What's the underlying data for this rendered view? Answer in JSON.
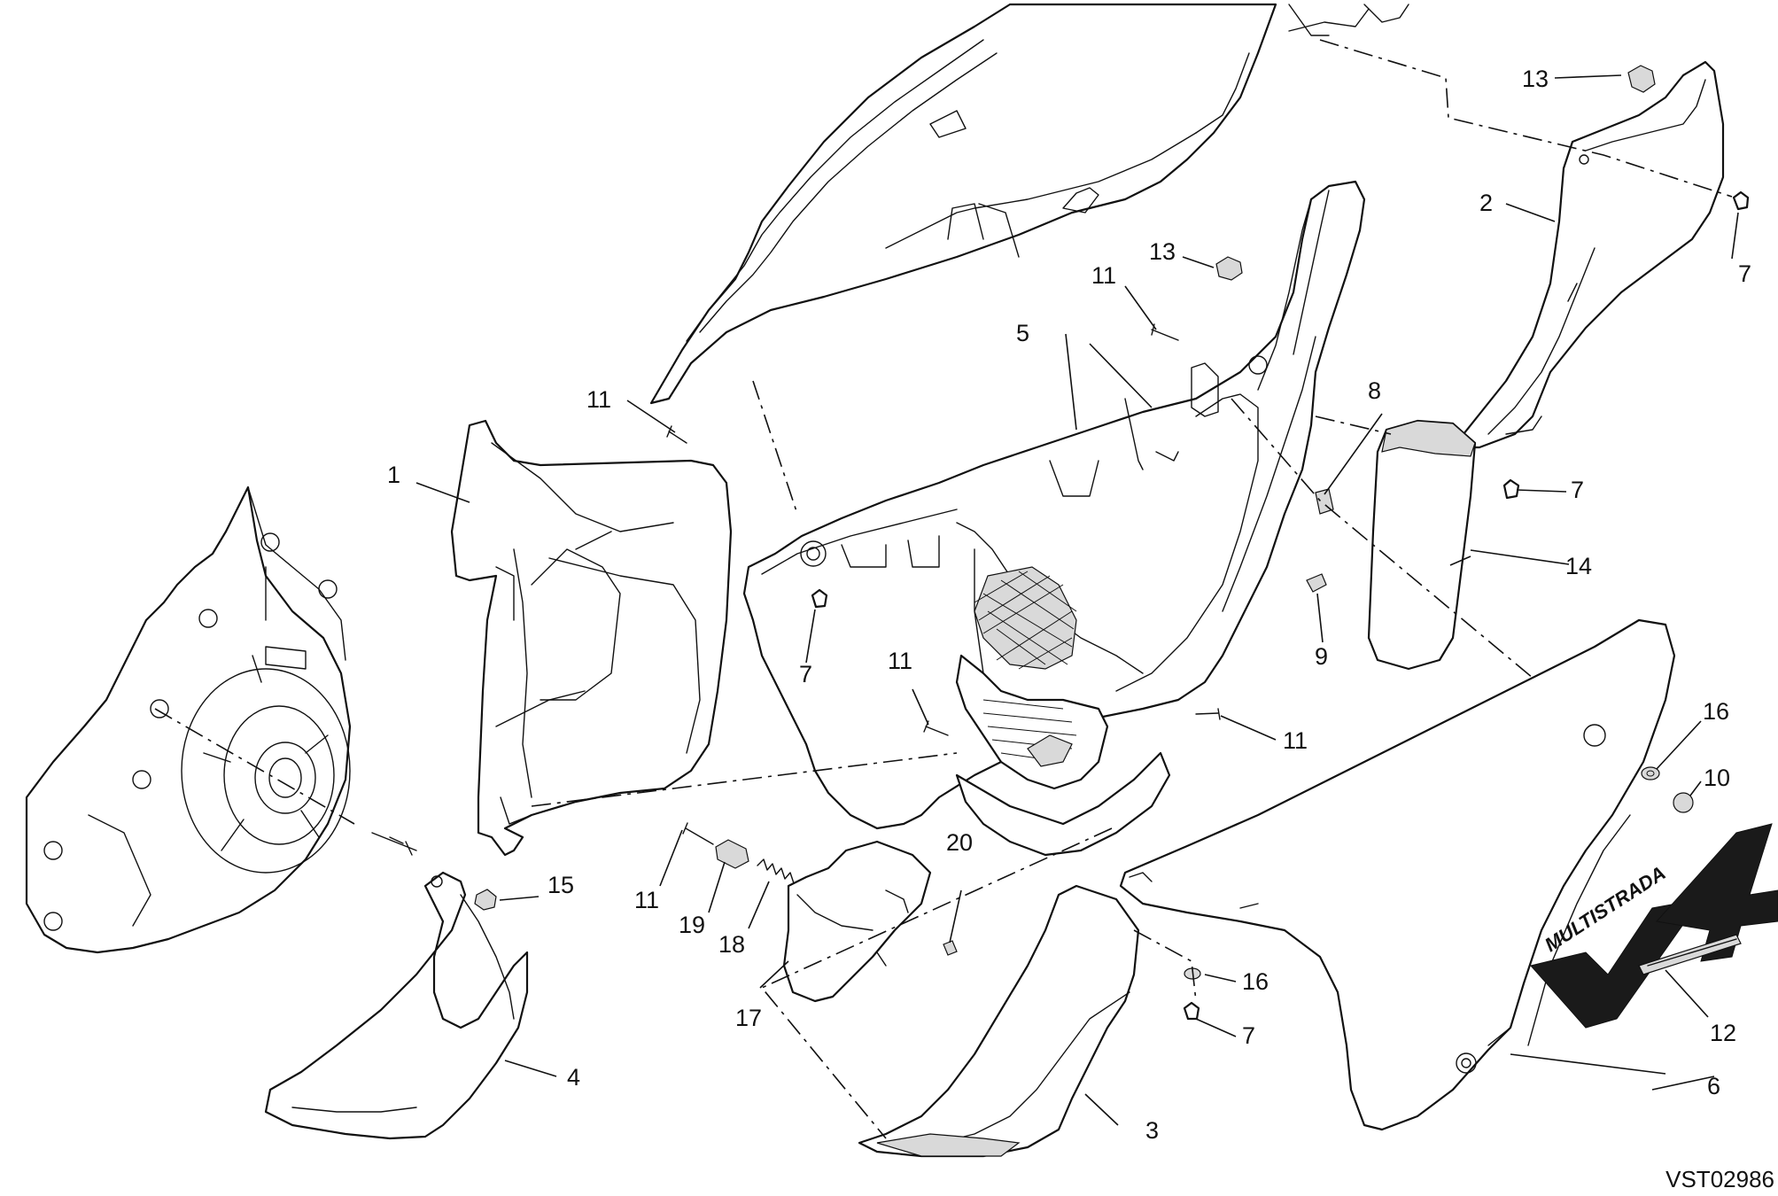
{
  "drawing_code": "VST02986",
  "brand_text": {
    "line1": "MULTISTRADA",
    "line2": "V4"
  },
  "callouts": [
    {
      "id": "c1",
      "label": "1"
    },
    {
      "id": "c2",
      "label": "2"
    },
    {
      "id": "c3",
      "label": "3"
    },
    {
      "id": "c4",
      "label": "4"
    },
    {
      "id": "c5",
      "label": "5"
    },
    {
      "id": "c6",
      "label": "6"
    },
    {
      "id": "c7a",
      "label": "7"
    },
    {
      "id": "c7b",
      "label": "7"
    },
    {
      "id": "c7c",
      "label": "7"
    },
    {
      "id": "c7d",
      "label": "7"
    },
    {
      "id": "c8",
      "label": "8"
    },
    {
      "id": "c9",
      "label": "9"
    },
    {
      "id": "c10",
      "label": "10"
    },
    {
      "id": "c11a",
      "label": "11"
    },
    {
      "id": "c11b",
      "label": "11"
    },
    {
      "id": "c11c",
      "label": "11"
    },
    {
      "id": "c11d",
      "label": "11"
    },
    {
      "id": "c11e",
      "label": "11"
    },
    {
      "id": "c12",
      "label": "12"
    },
    {
      "id": "c13a",
      "label": "13"
    },
    {
      "id": "c13b",
      "label": "13"
    },
    {
      "id": "c14",
      "label": "14"
    },
    {
      "id": "c15",
      "label": "15"
    },
    {
      "id": "c16a",
      "label": "16"
    },
    {
      "id": "c16b",
      "label": "16"
    },
    {
      "id": "c17",
      "label": "17"
    },
    {
      "id": "c18",
      "label": "18"
    },
    {
      "id": "c19",
      "label": "19"
    },
    {
      "id": "c20",
      "label": "20"
    }
  ]
}
